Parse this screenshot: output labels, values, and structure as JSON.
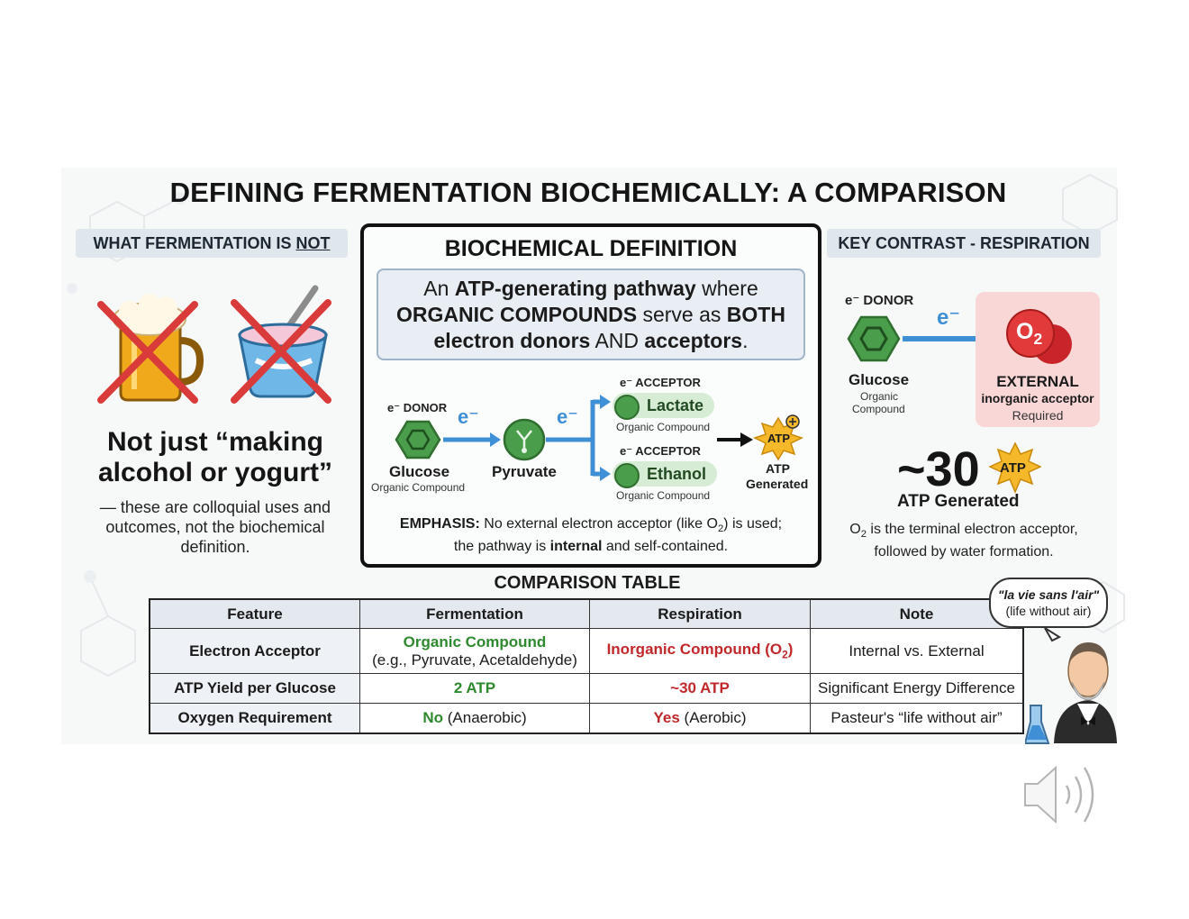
{
  "title": "DEFINING FERMENTATION BIOCHEMICALLY: A COMPARISON",
  "left": {
    "pill_prefix": "WHAT FERMENTATION IS ",
    "pill_emph": "NOT",
    "headline_line1": "Not just “making",
    "headline_line2": "alcohol or yogurt”",
    "note": "— these are colloquial uses and outcomes, not the biochemical definition."
  },
  "center": {
    "title": "BIOCHEMICAL DEFINITION",
    "def": {
      "p1": "An ",
      "b1": "ATP-generating pathway",
      "p2": " where",
      "b2": "ORGANIC COMPOUNDS",
      "p3": " serve as ",
      "b3": "BOTH",
      "b4": "electron donors",
      "p4": " AND ",
      "b5": "acceptors",
      "p5": "."
    },
    "donor_label": "e⁻ DONOR",
    "glucose": "Glucose",
    "glucose_sub": "Organic Compound",
    "pyruvate": "Pyruvate",
    "e_symbol": "e⁻",
    "acceptor_label": "e⁻ ACCEPTOR",
    "lactate": "Lactate",
    "ethanol": "Ethanol",
    "organic_compound": "Organic Compound",
    "atp": "ATP",
    "atp_generated_1": "ATP",
    "atp_generated_2": "Generated",
    "emphasis_bold": "EMPHASIS:",
    "emphasis_1": " No external electron acceptor (like O",
    "emphasis_sub": "2",
    "emphasis_2": ") is used;",
    "emphasis_3": "the pathway is ",
    "emphasis_b2": "internal",
    "emphasis_4": " and self-contained."
  },
  "right": {
    "pill": "KEY CONTRAST - RESPIRATION",
    "donor_label": "e⁻ DONOR",
    "glucose": "Glucose",
    "glucose_sub1": "Organic",
    "glucose_sub2": "Compound",
    "e_symbol": "e⁻",
    "o2": "O",
    "o2_sub": "2",
    "ext1": "EXTERNAL",
    "ext2": "inorganic acceptor",
    "ext3": "Required",
    "big": "~30",
    "atp": "ATP",
    "atp_generated": "ATP Generated",
    "term_1": "O",
    "term_sub": "2",
    "term_2": " is the terminal electron acceptor,",
    "term_3": "followed by water formation."
  },
  "table": {
    "title": "COMPARISON TABLE",
    "headers": [
      "Feature",
      "Fermentation",
      "Respiration",
      "Note"
    ],
    "r1": {
      "feature": "Electron Acceptor",
      "ferm_1": "Organic Compound",
      "ferm_2": "(e.g., Pyruvate, Acetaldehyde)",
      "resp": "Inorganic Compound (O",
      "resp_sub": "2",
      "resp_end": ")",
      "note": "Internal vs. External"
    },
    "r2": {
      "feature": "ATP Yield per Glucose",
      "ferm": "2 ATP",
      "resp": "~30 ATP",
      "note": "Significant Energy Difference"
    },
    "r3": {
      "feature": "Oxygen Requirement",
      "ferm_b": "No",
      "ferm_r": " (Anaerobic)",
      "resp_b": "Yes",
      "resp_r": " (Aerobic)",
      "note": "Pasteur's “life without air”"
    }
  },
  "bubble": {
    "quote": "\"la vie sans l'air\"",
    "translation": "(life without air)"
  },
  "colors": {
    "green": "#2f8a2f",
    "red": "#c0282b",
    "arrow_blue": "#3f8fd6",
    "hexagon_green": "#4a9d4a",
    "atp_star": "#f4b82a"
  }
}
